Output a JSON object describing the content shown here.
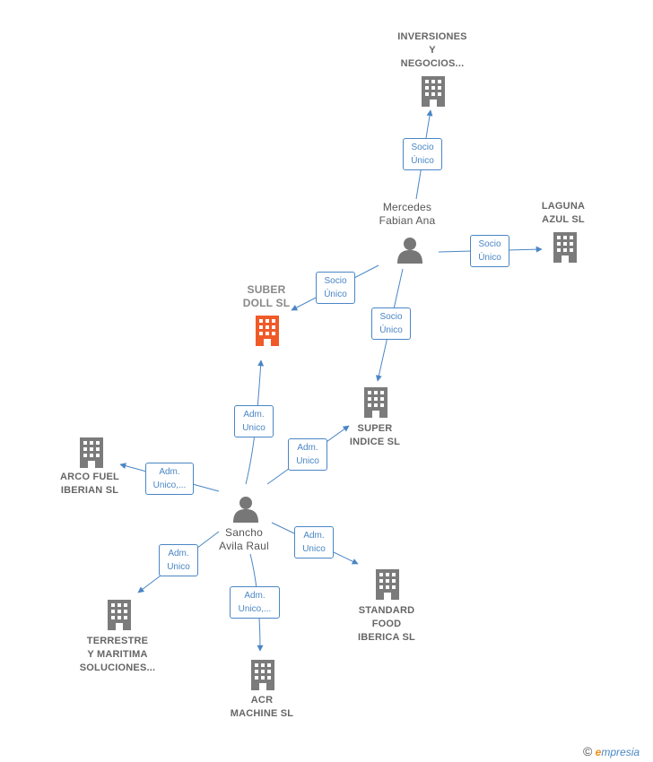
{
  "colors": {
    "edge": "#4a86c5",
    "building": "#7b7b7b",
    "main_building": "#f05a28",
    "person": "#777777"
  },
  "nodes": {
    "inversiones": {
      "label_lines": [
        "INVERSIONES",
        "Y",
        "NEGOCIOS..."
      ],
      "icon": "building-icon"
    },
    "mercedes": {
      "label_lines": [
        "Mercedes",
        "Fabian Ana"
      ],
      "icon": "person-icon"
    },
    "laguna": {
      "label_lines": [
        "LAGUNA",
        "AZUL  SL"
      ],
      "icon": "building-icon"
    },
    "suber": {
      "label_lines": [
        "SUBER",
        "DOLL  SL"
      ],
      "icon": "building-icon"
    },
    "super_indice": {
      "label_lines": [
        "SUPER",
        "INDICE  SL"
      ],
      "icon": "building-icon"
    },
    "arco": {
      "label_lines": [
        "ARCO FUEL",
        "IBERIAN  SL"
      ],
      "icon": "building-icon"
    },
    "sancho": {
      "label_lines": [
        "Sancho",
        "Avila Raul"
      ],
      "icon": "person-icon"
    },
    "terrestre": {
      "label_lines": [
        "TERRESTRE",
        "Y MARITIMA",
        "SOLUCIONES..."
      ],
      "icon": "building-icon"
    },
    "acr": {
      "label_lines": [
        "ACR",
        "MACHINE  SL"
      ],
      "icon": "building-icon"
    },
    "standard": {
      "label_lines": [
        "STANDARD",
        "FOOD",
        "IBERICA  SL"
      ],
      "icon": "building-icon"
    }
  },
  "edges": {
    "mercedes_inversiones": [
      "Socio",
      "Único"
    ],
    "mercedes_laguna": [
      "Socio",
      "Único"
    ],
    "mercedes_suber": [
      "Socio",
      "Único"
    ],
    "mercedes_super": [
      "Socio",
      "Único"
    ],
    "sancho_suber": [
      "Adm.",
      "Unico"
    ],
    "sancho_super": [
      "Adm.",
      "Unico"
    ],
    "sancho_arco": [
      "Adm.",
      "Unico,..."
    ],
    "sancho_terrestre": [
      "Adm.",
      "Unico"
    ],
    "sancho_acr": [
      "Adm.",
      "Unico,..."
    ],
    "sancho_standard": [
      "Adm.",
      "Unico"
    ]
  },
  "footer": {
    "copyright": "©",
    "brand_initial": "e",
    "brand_rest": "mpresia"
  }
}
